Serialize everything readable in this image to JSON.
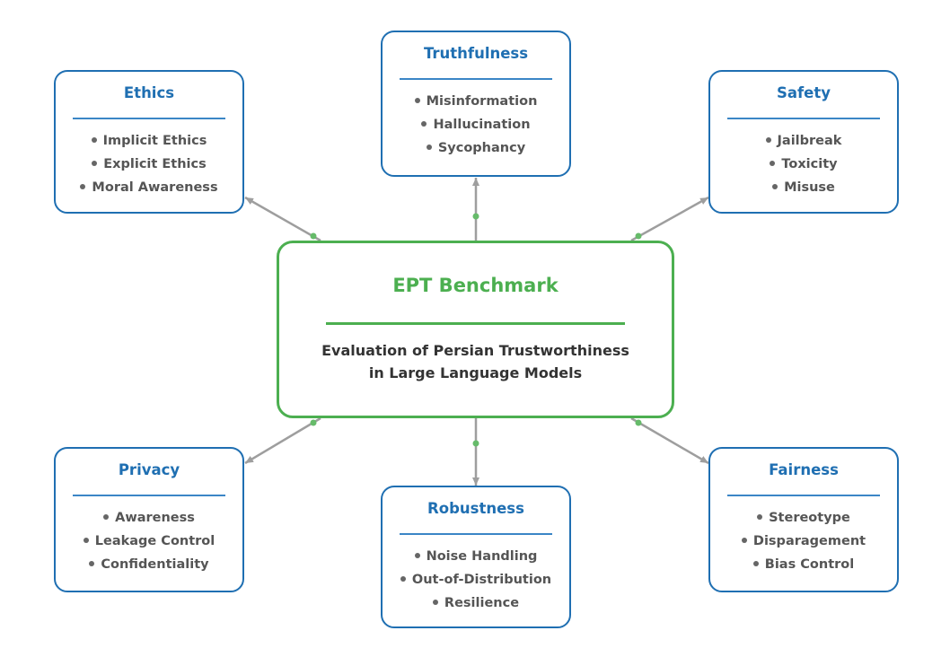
{
  "center": {
    "title": "EPT Benchmark",
    "subtitle_line1": "Evaluation of Persian Trustworthiness",
    "subtitle_line2": "in Large Language Models"
  },
  "categories": [
    {
      "title": "Truthfulness",
      "items": [
        "Misinformation",
        "Hallucination",
        "Sycophancy"
      ]
    },
    {
      "title": "Ethics",
      "items": [
        "Implicit Ethics",
        "Explicit Ethics",
        "Moral Awareness"
      ]
    },
    {
      "title": "Safety",
      "items": [
        "Jailbreak",
        "Toxicity",
        "Misuse"
      ]
    },
    {
      "title": "Privacy",
      "items": [
        "Awareness",
        "Leakage Control",
        "Confidentiality"
      ]
    },
    {
      "title": "Robustness",
      "items": [
        "Noise Handling",
        "Out-of-Distribution",
        "Resilience"
      ]
    },
    {
      "title": "Fairness",
      "items": [
        "Stereotype",
        "Disparagement",
        "Bias Control"
      ]
    }
  ],
  "colors": {
    "center_border": "#4caf50",
    "category_border": "#1f6fb2",
    "connector": "#9e9e9e",
    "connector_dot": "#66bb6a"
  }
}
